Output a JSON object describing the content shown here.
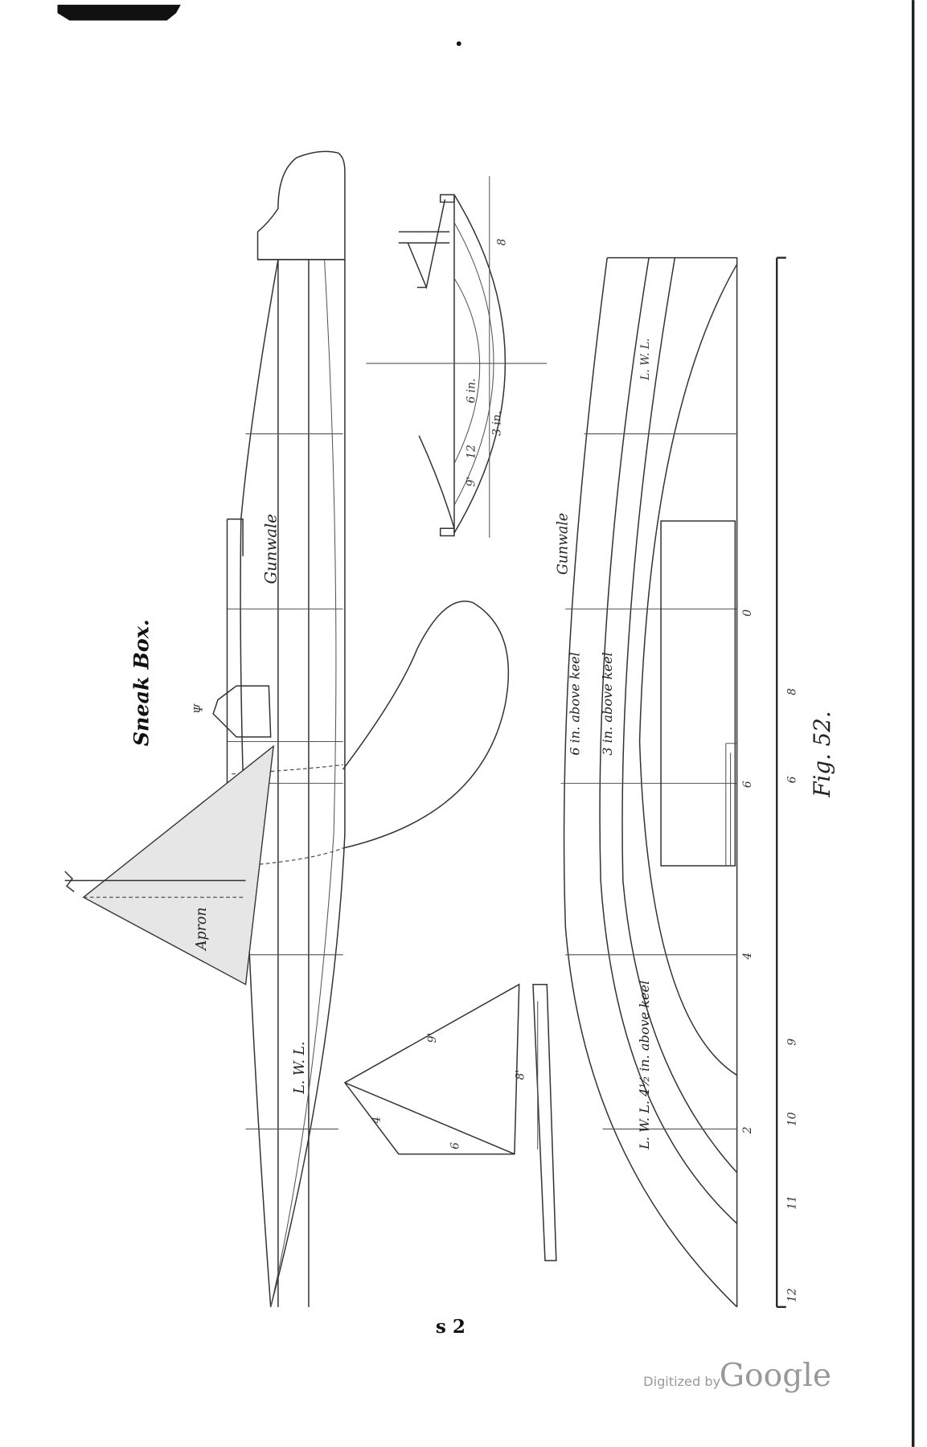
{
  "title": "Sneak Box.",
  "figure_caption": "Fig. 52.",
  "page_number": "s 2",
  "profile_labels": {
    "gunwale": "Gunwale",
    "apron": "Apron",
    "lwl": "L. W. L."
  },
  "plan_labels": {
    "gunwale": "Gunwale",
    "six_in": "6 in. above keel",
    "three_in": "3 in. above keel",
    "lwl": "L. W. L. 4½ in. above keel",
    "lwl_short": "L. W. L."
  },
  "section_labels": [
    "6 in.",
    "12",
    "3 in.",
    "9'",
    "8"
  ],
  "sail_labels": [
    "9'",
    "8'",
    "6",
    "4"
  ],
  "station_numbers": [
    "0",
    "6",
    "4",
    "2"
  ],
  "scale_numbers": [
    "8",
    "6",
    "9",
    "10",
    "11",
    "12"
  ],
  "watermark": {
    "prefix": "Digitized by",
    "brand": "Google"
  }
}
